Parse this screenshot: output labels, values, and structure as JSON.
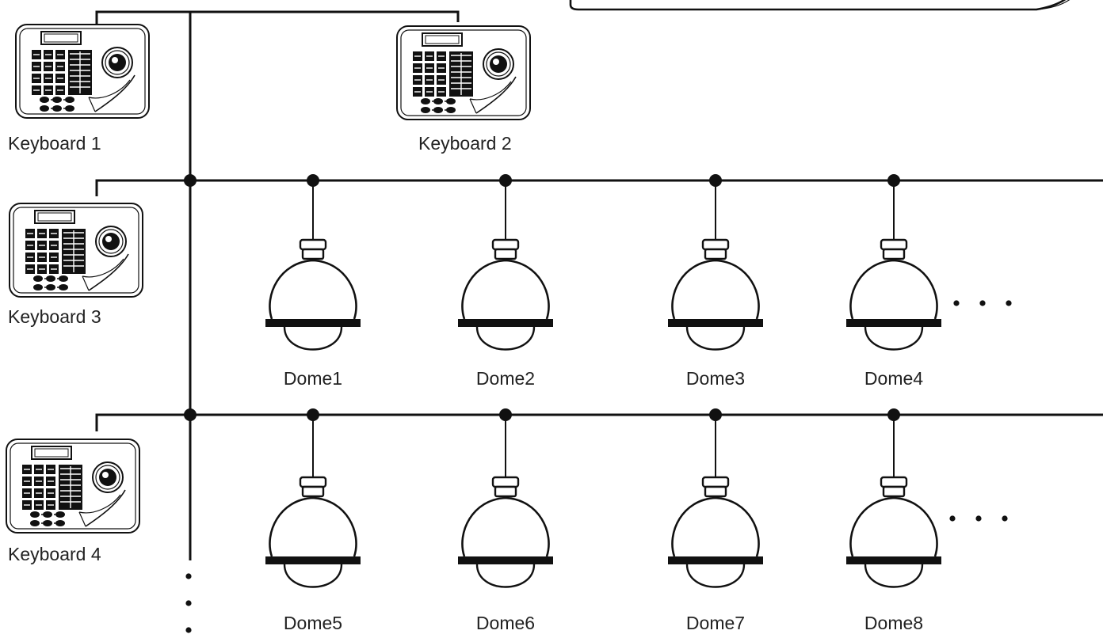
{
  "diagram": {
    "stroke_color": "#111111",
    "keyboards": [
      {
        "label": "Keyboard 1"
      },
      {
        "label": "Keyboard 2"
      },
      {
        "label": "Keyboard 3"
      },
      {
        "label": "Keyboard 4"
      }
    ],
    "domes": [
      {
        "label": "Dome1"
      },
      {
        "label": "Dome2"
      },
      {
        "label": "Dome3"
      },
      {
        "label": "Dome4"
      },
      {
        "label": "Dome5"
      },
      {
        "label": "Dome6"
      },
      {
        "label": "Dome7"
      },
      {
        "label": "Dome8"
      }
    ],
    "continuation_marks": [
      "row-1-more",
      "row-2-more",
      "bus-more"
    ]
  }
}
